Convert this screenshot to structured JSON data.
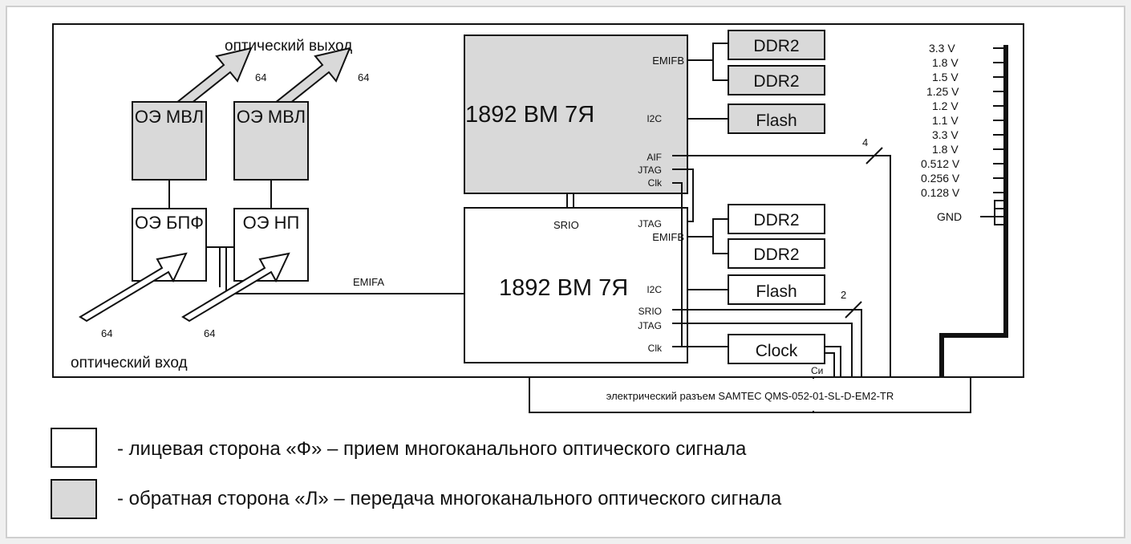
{
  "optical_output_label": "оптический выход",
  "optical_input_label": "оптический вход",
  "arrow_widths": {
    "out_1": "64",
    "out_2": "64",
    "in_1": "64",
    "in_2": "64"
  },
  "blocks": {
    "oe_mvl_1": "ОЭ МВЛ",
    "oe_mvl_2": "ОЭ МВЛ",
    "oe_bpf": "ОЭ БПФ",
    "oe_np": "ОЭ НП",
    "cpu_top": "1892 ВМ 7Я",
    "cpu_bottom": "1892 ВМ 7Я",
    "ddr2_1": "DDR2",
    "ddr2_2": "DDR2",
    "flash_top": "Flash",
    "ddr2_3": "DDR2",
    "ddr2_4": "DDR2",
    "flash_bottom": "Flash",
    "clock": "Clock"
  },
  "cpu_top_ports": {
    "emifb": "EMIFB",
    "i2c": "I2C",
    "aif": "AIF",
    "jtag": "JTAG",
    "clk": "Clk"
  },
  "cpu_bottom_ports": {
    "srio_top": "SRIO",
    "jtag_top": "JTAG",
    "emifb": "EMIFB",
    "i2c": "I2C",
    "srio": "SRIO",
    "jtag": "JTAG",
    "clk": "Clk"
  },
  "bus_labels": {
    "emifa": "EMIFA",
    "aif_width": "4",
    "srio_width": "2",
    "clock_out": "Си"
  },
  "voltages": [
    "3.3 V",
    "1.8 V",
    "1.5 V",
    "1.25 V",
    "1.2 V",
    "1.1 V",
    "3.3 V",
    "1.8 V",
    "0.512 V",
    "0.256 V",
    "0.128 V"
  ],
  "ground_label": "GND",
  "connector_label": "электрический разъем SAMTEC QMS-052-01-SL-D-EM2-TR",
  "legend": {
    "front_side": "- лицевая сторона «Ф» – прием многоканального оптического сигнала",
    "back_side": "- обратная сторона «Л» – передача многоканального оптического сигнала"
  },
  "colors": {
    "front_fill": "#ffffff",
    "back_fill": "#d9d9d9",
    "line": "#111111"
  }
}
